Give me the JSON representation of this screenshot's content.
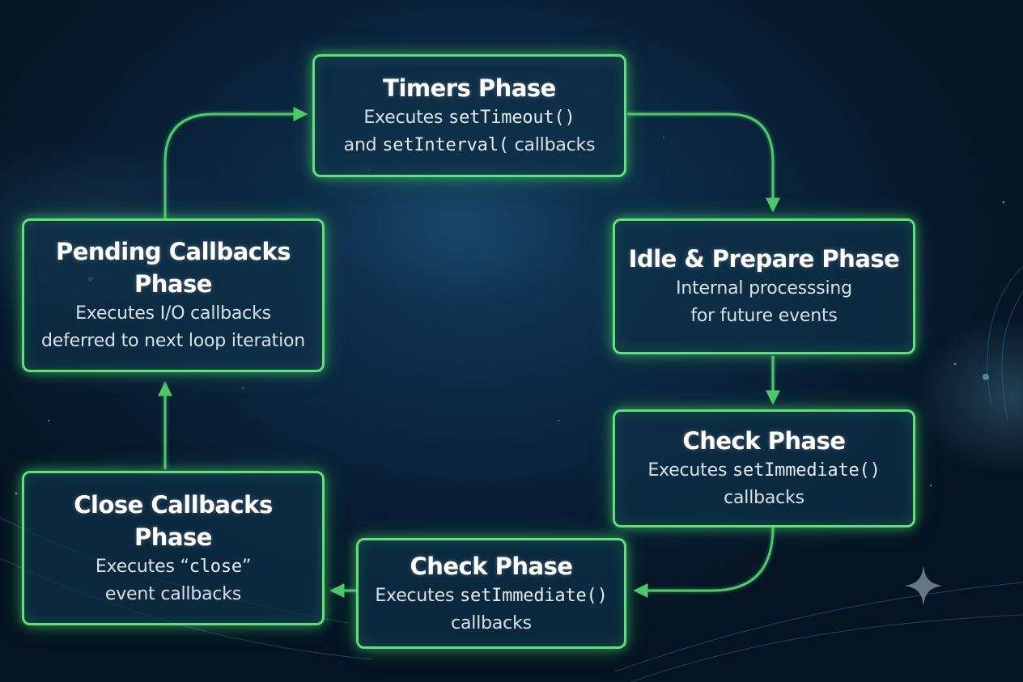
{
  "colors": {
    "background": "#0a2238",
    "node_border": "#5fe07a",
    "node_fill": "#0e3046",
    "arrow": "#4fc96a",
    "title_text": "#ffffff",
    "desc_text": "#d6e1e8"
  },
  "nodes": {
    "timers": {
      "title": "Timers Phase",
      "desc_line1_text": "Executes ",
      "desc_line1_code": "setTimeout()",
      "desc_line2_text": "and ",
      "desc_line2_code": "setInterval(",
      "desc_line2_tail": " callbacks"
    },
    "idle": {
      "title": "Idle & Prepare Phase",
      "desc_line1": "Internal processsing",
      "desc_line2": "for future events"
    },
    "check_right": {
      "title": "Check Phase",
      "desc_line1_text": "Executes ",
      "desc_line1_code": "setImmediate()",
      "desc_line2": "callbacks"
    },
    "check_bottom": {
      "title": "Check Phase",
      "desc_line1_text": "Executes ",
      "desc_line1_code": "setImmediate()",
      "desc_line2": "callbacks"
    },
    "close": {
      "title_line1": "Close Callbacks",
      "title_line2": "Phase",
      "desc_line1_text": "Executes “",
      "desc_line1_code": "close",
      "desc_line1_tail": "”",
      "desc_line2": "event callbacks"
    },
    "pending": {
      "title_line1": "Pending Callbacks",
      "title_line2": "Phase",
      "desc_line1": "Executes I/O callbacks",
      "desc_line2": "deferred to next loop iteration"
    }
  },
  "edges": [
    {
      "from": "timers",
      "to": "idle"
    },
    {
      "from": "idle",
      "to": "check_right"
    },
    {
      "from": "check_right",
      "to": "check_bottom"
    },
    {
      "from": "check_bottom",
      "to": "close"
    },
    {
      "from": "close",
      "to": "pending"
    },
    {
      "from": "pending",
      "to": "timers"
    }
  ],
  "watermark_icon": "sparkle-icon"
}
